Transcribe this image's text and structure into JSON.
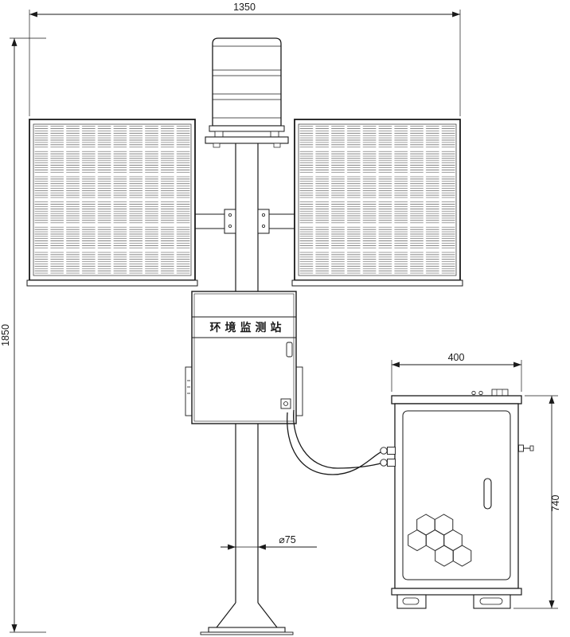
{
  "labels": {
    "station_name": "环境监测站"
  },
  "dimensions": {
    "total_width": "1350",
    "total_height": "1850",
    "cabinet_width": "400",
    "cabinet_height": "740",
    "pole_diameter": "⌀75"
  }
}
